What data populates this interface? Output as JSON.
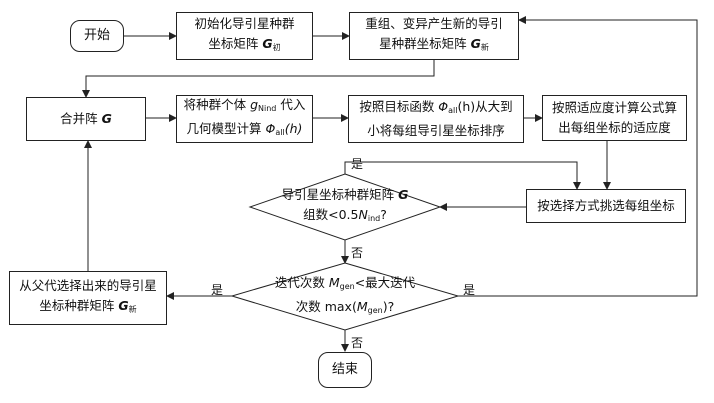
{
  "nodes": {
    "start": "开始",
    "init": {
      "line1": "初始化导引星种群",
      "line2_pre": "坐标矩阵 ",
      "line2_var": "G",
      "line2_sub": "初"
    },
    "recomb": {
      "line1": "重组、变异产生新的导引",
      "line2_pre": "星种群坐标矩阵 ",
      "line2_var": "G",
      "line2_sub": "新"
    },
    "merge": {
      "pre": "合并阵 ",
      "var": "G"
    },
    "substitute": {
      "line1_pre": "将种群个体 ",
      "line1_var": "g",
      "line1_sub": "Nind",
      "line1_post": " 代入",
      "line2_pre": "几何模型计算 ",
      "line2_var": "Φ",
      "line2_sub": "all",
      "line2_post": "(h)"
    },
    "sort": {
      "line1_pre": "按照目标函数 ",
      "line1_var": "Φ",
      "line1_sub": "all",
      "line1_post": "(h)从大到",
      "line2": "小将每组导引星坐标排序"
    },
    "fitness": {
      "line1": "按照适应度计算公式算",
      "line2": "出每组坐标的适应度"
    },
    "select": "按选择方式挑选每组坐标",
    "decision1": {
      "line1_pre": "导引星坐标种群矩阵 ",
      "line1_var": "G",
      "line2_pre": "组数<0.5",
      "line2_var": "N",
      "line2_sub": "ind",
      "line2_post": "?"
    },
    "decision2": {
      "line1_pre": "迭代次数 ",
      "line1_var": "M",
      "line1_sub": "gen",
      "line1_post": "<最大迭代",
      "line2_pre": "次数 max(",
      "line2_var": "M",
      "line2_sub": "gen",
      "line2_post": ")?"
    },
    "parents": {
      "line1": "从父代选择出来的导引星",
      "line2_pre": "坐标种群矩阵 ",
      "line2_var": "G",
      "line2_sub": "新"
    },
    "end": "结束"
  },
  "labels": {
    "d1_yes": "是",
    "d1_no": "否",
    "d2_yes_left": "是",
    "d2_yes_right": "是",
    "d2_no": "否"
  }
}
